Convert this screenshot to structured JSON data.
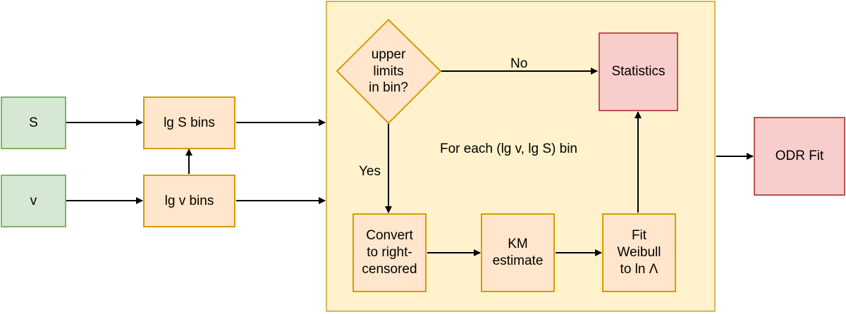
{
  "nodes": {
    "s": "S",
    "v": "v",
    "lg_s_bins": "lg S bins",
    "lg_v_bins": "lg v bins",
    "decision": "upper\nlimits\nin bin?",
    "statistics": "Statistics",
    "convert": "Convert\nto right-\ncensored",
    "km": "KM\nestimate",
    "fit_weibull": "Fit\nWeibull\nto ln Λ",
    "odr_fit": "ODR Fit"
  },
  "labels": {
    "no": "No",
    "yes": "Yes",
    "loop_caption": "For each (lg v, lg S) bin"
  },
  "colors": {
    "input_fill": "#d5e8d4",
    "input_stroke": "#82b366",
    "process_fill": "#ffe6cc",
    "process_stroke": "#d79b00",
    "output_fill": "#f8cecc",
    "output_stroke": "#b85450",
    "container_fill": "#fff2cc",
    "container_stroke": "#d6b656"
  }
}
